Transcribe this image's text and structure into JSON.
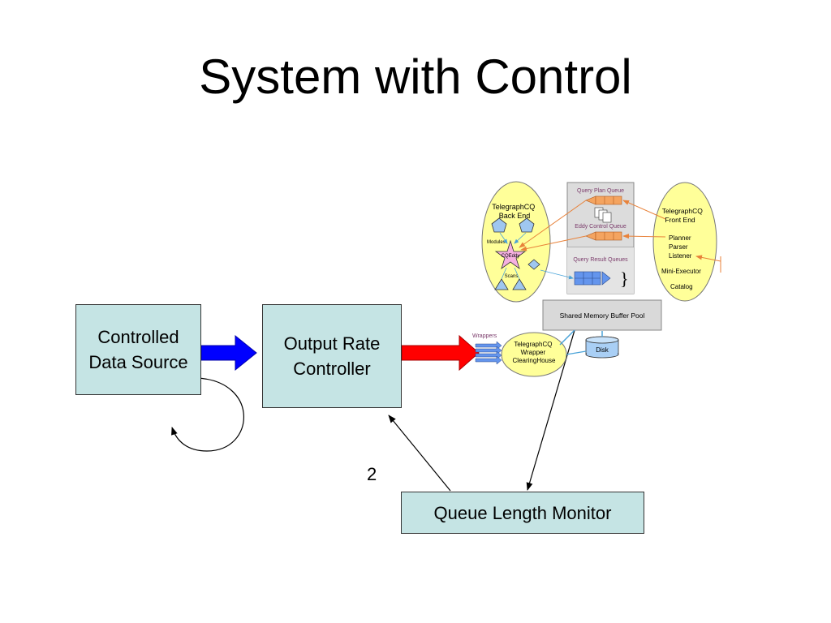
{
  "title": "System with Control",
  "boxes": {
    "controlled_data_source": "Controlled\nData Source",
    "output_rate_controller": "Output Rate\nController",
    "queue_length_monitor": "Queue Length Monitor"
  },
  "edge_label": "2",
  "telegraph": {
    "backend": "TelegraphCQ\nBack End",
    "modules": "Modules",
    "cqeddy": "CQEddy",
    "scans": "Scans",
    "query_plan_queue": "Query Plan Queue",
    "eddy_control_queue": "Eddy Control Queue",
    "query_result_queues": "Query Result Queues",
    "frontend": "TelegraphCQ\nFront End",
    "planner": "Planner",
    "parser": "Parser",
    "listener": "Listener",
    "mini_executor": "Mini-Executor",
    "catalog": "Catalog",
    "shared_memory": "Shared Memory Buffer Pool",
    "wrappers": "Wrappers",
    "wrapper_ch": "TelegraphCQ\nWrapper\nClearingHouse",
    "disk": "Disk"
  },
  "colors": {
    "box_fill": "#c5e4e4",
    "blue_arrow": "#0000ff",
    "red_arrow": "#ff0000",
    "ellipse_fill": "#ffff99",
    "queue_orange": "#f4a460",
    "queue_blue": "#6495ed"
  }
}
